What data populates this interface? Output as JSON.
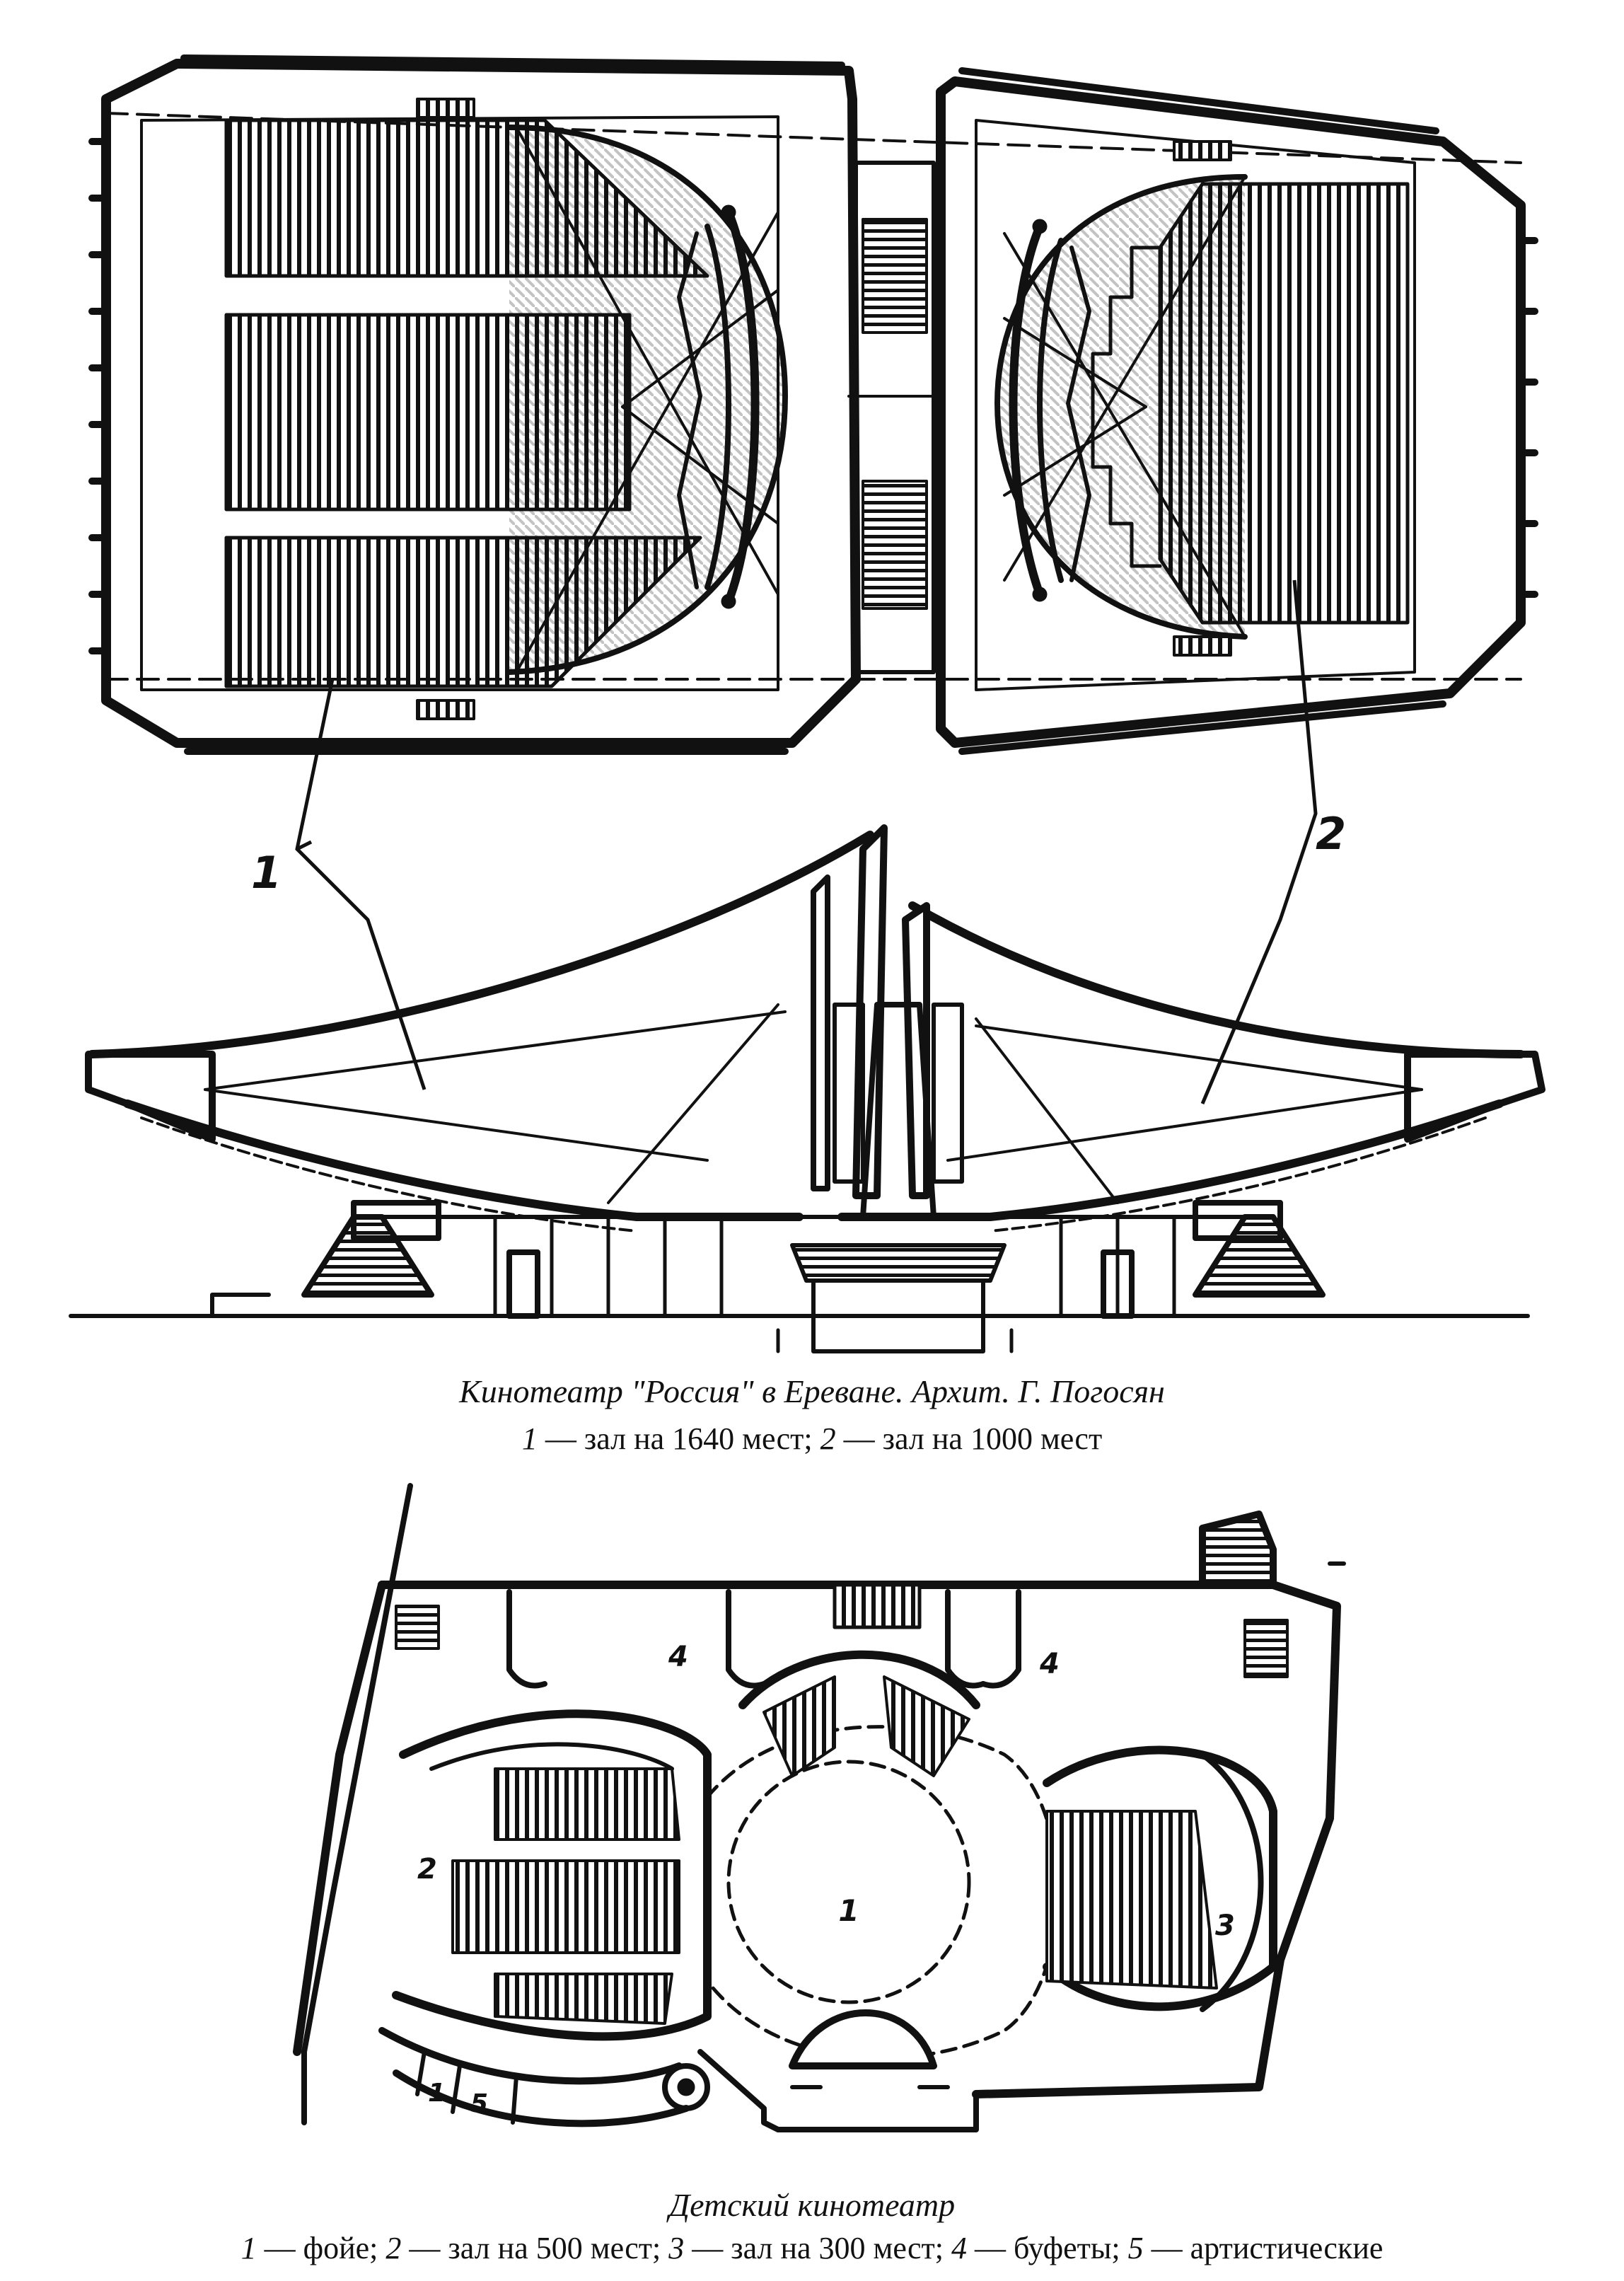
{
  "figure1": {
    "callout_1": "1",
    "callout_2": "2",
    "caption_title": "Кинотеатр \"Россия\" в Ереване. Архит. Г. Погосян",
    "legend": [
      {
        "num": "1",
        "text": " — зал на 1640 мест; "
      },
      {
        "num": "2",
        "text": " — зал на 1000 мест"
      }
    ]
  },
  "figure2": {
    "labels": {
      "foyer": "1",
      "hall_500": "2",
      "hall_300": "3",
      "buffet_left": "4",
      "buffet_right": "4",
      "artist_1": "1",
      "artist_5": "5"
    },
    "caption_title": "Детский кинотеатр",
    "legend": [
      {
        "num": "1",
        "text": " — фойе; "
      },
      {
        "num": "2",
        "text": " — зал на 500 мест; "
      },
      {
        "num": "3",
        "text": " — зал на 300 мест; "
      },
      {
        "num": "4",
        "text": " — буфеты; "
      },
      {
        "num": "5",
        "text": " — артистические"
      }
    ]
  }
}
